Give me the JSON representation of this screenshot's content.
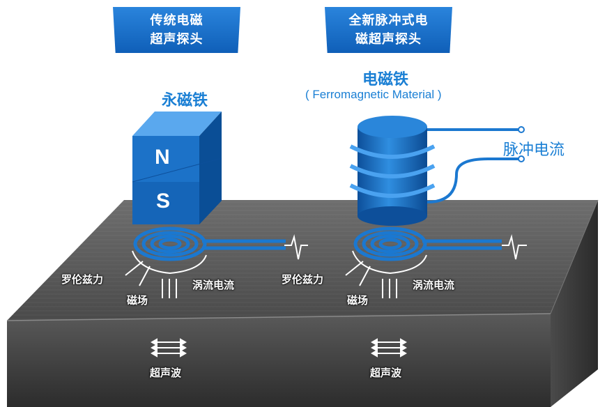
{
  "banners": {
    "left": [
      "传统电磁",
      "超声探头"
    ],
    "right": [
      "全新脉冲式电",
      "磁超声探头"
    ]
  },
  "labels": {
    "permanent_magnet": "永磁铁",
    "electromagnet": "电磁铁",
    "ferromagnetic": "( Ferromagnetic Material )",
    "pulse_current": "脉冲电流",
    "lorentz_force": "罗伦兹力",
    "magnetic_field": "磁场",
    "eddy_current": "涡流电流",
    "ultrasonic_wave": "超声波",
    "pole_n": "N",
    "pole_s": "S"
  },
  "colors": {
    "accent_blue": "#1a7fd4",
    "banner_blue": "#1470c8",
    "block_dark": "#3a3a3a"
  }
}
